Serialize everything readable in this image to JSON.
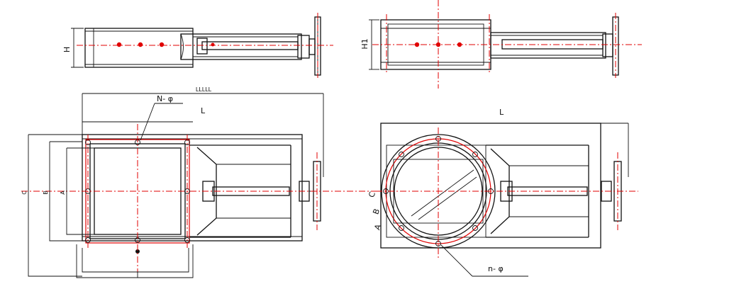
{
  "labels": {
    "h_top_left": "H",
    "h1_top_right": "H1",
    "l_left": "L",
    "l_right": "L",
    "n_phi_left": "N- φ",
    "n_phi_right": "n- φ",
    "overall_dim": "LLLLL",
    "c_dim": "C",
    "b_dim": "B",
    "a_dim": "A",
    "c_round": "C",
    "b_round": "B",
    "a_round": "A"
  },
  "colors": {
    "line": "#111111",
    "centerline": "#e00000"
  }
}
